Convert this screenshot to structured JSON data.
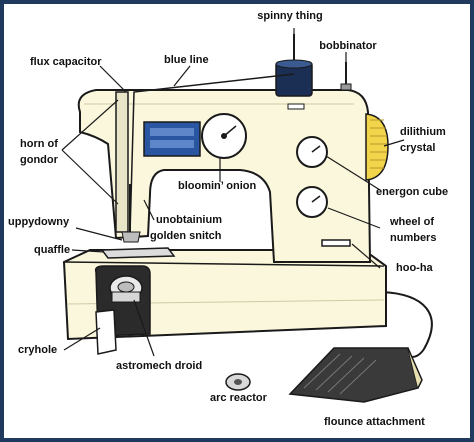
{
  "labels": {
    "spinny_thing": "spinny thing",
    "bobbinator": "bobbinator",
    "flux_capacitor": "flux capacitor",
    "blue_line": "blue line",
    "dilithium_crystal_1": "dilithium",
    "dilithium_crystal_2": "crystal",
    "horn_of_gondor_1": "horn of",
    "horn_of_gondor_2": "gondor",
    "bloomin_onion": "bloomin’ onion",
    "energon_cube": "energon cube",
    "uppydowny": "uppydowny",
    "unobtainium_1": "unobtainium",
    "unobtainium_2": "golden snitch",
    "quaffle": "quaffle",
    "wheel_of_numbers_1": "wheel of",
    "wheel_of_numbers_2": "numbers",
    "hoo_ha": "hoo-ha",
    "cryhole": "cryhole",
    "astromech_droid": "astromech droid",
    "arc_reactor": "arc reactor",
    "flounce_attachment": "flounce attachment"
  },
  "colors": {
    "frame": "#1f3a5c",
    "body": "#fbf7dc",
    "outline": "#1a1a1a",
    "spool": "#1b2f55",
    "display": "#2a55a0",
    "crystal": "#f2d54a",
    "pedal": "#3a3a3a"
  }
}
